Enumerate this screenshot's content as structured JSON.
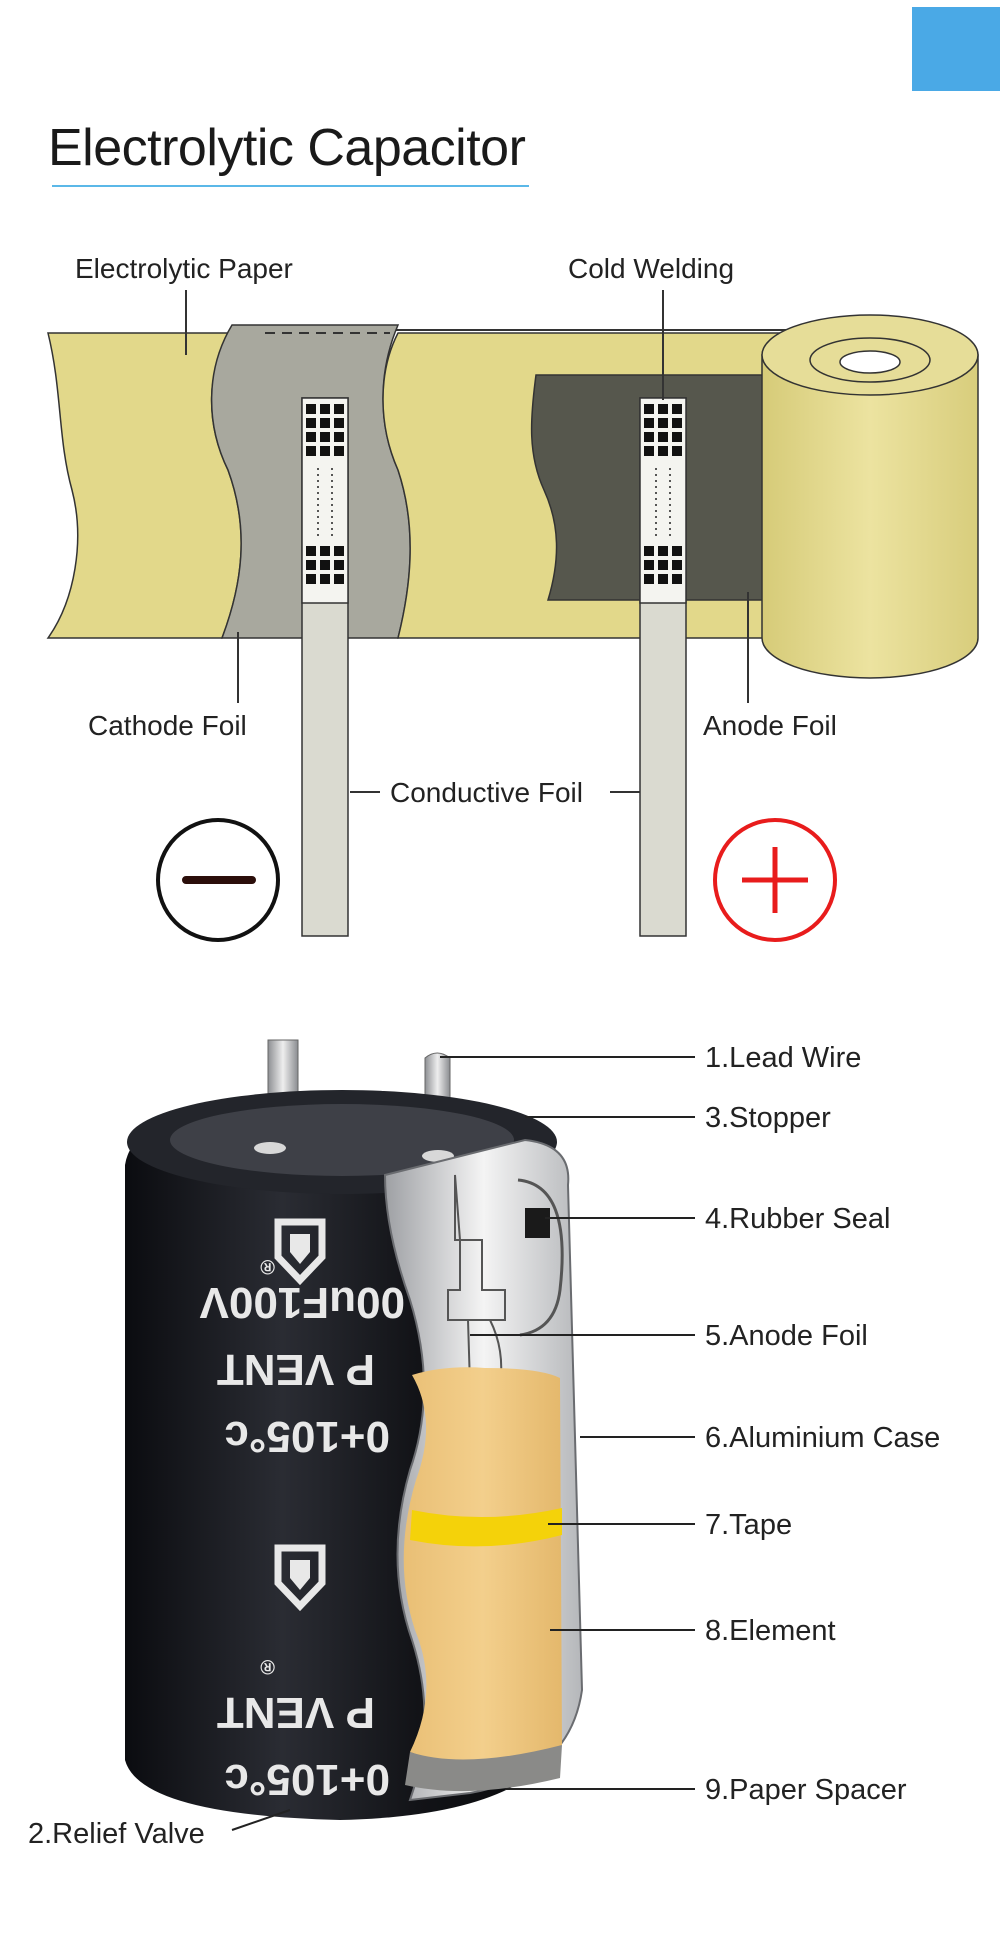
{
  "title": "Electrolytic Capacitor",
  "top_diagram": {
    "labels": {
      "electrolytic_paper": "Electrolytic Paper",
      "cold_welding": "Cold Welding",
      "cathode_foil": "Cathode Foil",
      "anode_foil": "Anode Foil",
      "conductive_foil": "Conductive Foil"
    },
    "symbols": {
      "negative": "−",
      "positive": "+"
    }
  },
  "capacitor": {
    "body_text": {
      "line1": "0+105°c",
      "line2": "P VENT",
      "line3": "00uF100V",
      "line4": "0+105°c",
      "line5": "P VENT",
      "registered_1": "®",
      "registered_2": "®"
    },
    "parts": [
      "1.Lead Wire",
      "3.Stopper",
      "4.Rubber Seal",
      "5.Anode Foil",
      "6.Aluminium Case",
      "7.Tape",
      "8.Element",
      "9.Paper Spacer"
    ],
    "relief_valve": "2.Relief Valve"
  },
  "colors": {
    "accent": "#4aa9e6",
    "paper": "#e2d88a",
    "cathode": "#a8a89e",
    "anode": "#56574d",
    "element": "#f0c981",
    "tape": "#f4d20a",
    "case": "#15161a",
    "negative": "#2b0e0a",
    "positive": "#e81c1c"
  }
}
